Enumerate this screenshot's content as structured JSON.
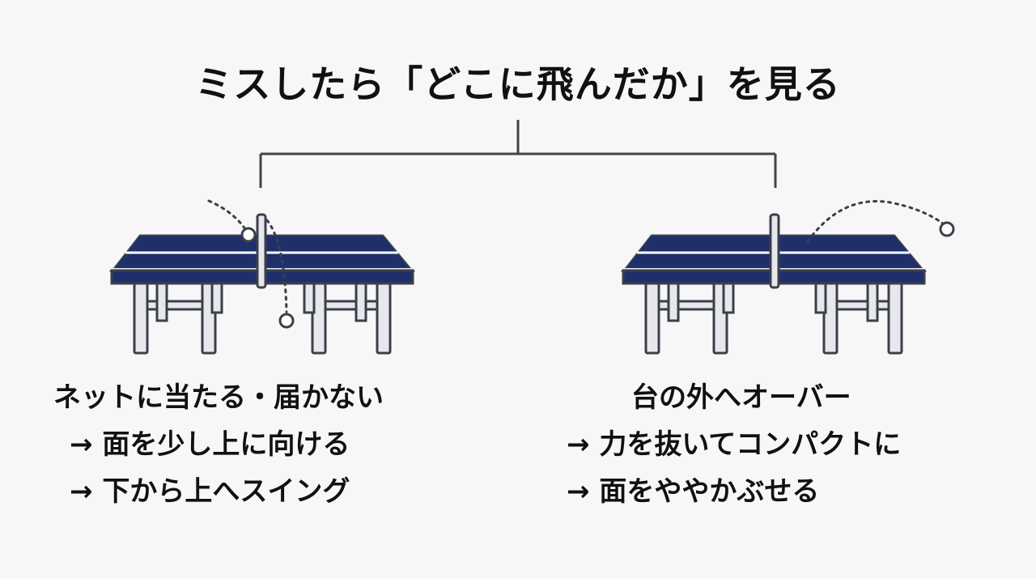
{
  "title": "ミスしたら「どこに飛んだか」を見る",
  "left_case": {
    "heading": "ネットに当たる・届かない",
    "steps": [
      "→ 面を少し上に向ける",
      "→ 下から上へスイング"
    ]
  },
  "right_case": {
    "heading": "台の外へオーバー",
    "steps": [
      "→ 力を抜いてコンパクトに",
      "→ 面をややかぶせる"
    ]
  },
  "colors": {
    "table_top": "#1f2f6b",
    "table_lines": "#ffffff",
    "frame": "#3b3f4a",
    "legs": "#e6e8ec",
    "connector": "#444444"
  }
}
